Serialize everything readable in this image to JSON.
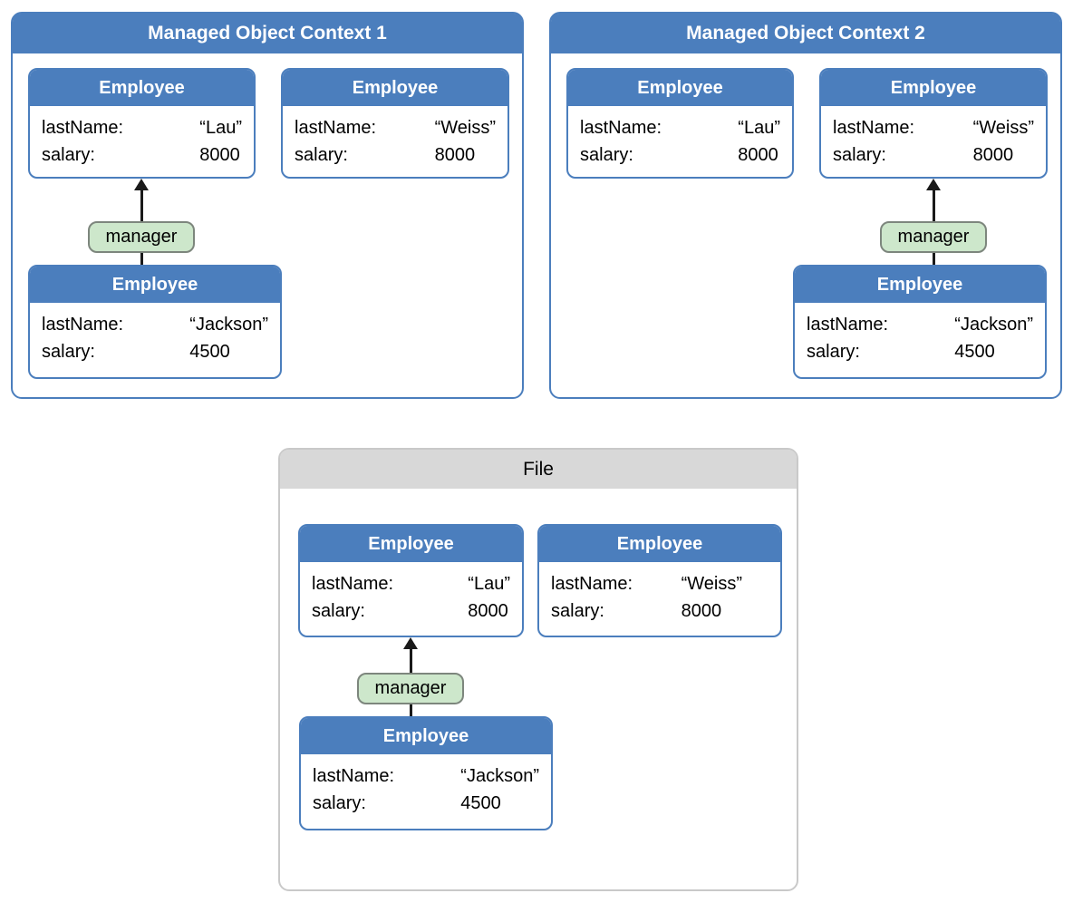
{
  "colors": {
    "blue": "#4b7ebd",
    "green-fill": "#cde7cb",
    "green-border": "#7d867d",
    "gray-header": "#d8d8d8",
    "gray-border": "#c9c9c9",
    "ink": "#1a1a1a"
  },
  "panels": [
    {
      "title": "Managed Object Context 1",
      "cards": [
        {
          "title": "Employee",
          "rows": [
            {
              "label": "lastName:",
              "value": "“Lau”"
            },
            {
              "label": "salary:",
              "value": "8000"
            }
          ]
        },
        {
          "title": "Employee",
          "rows": [
            {
              "label": "lastName:",
              "value": "“Weiss”"
            },
            {
              "label": "salary:",
              "value": "8000"
            }
          ]
        },
        {
          "title": "Employee",
          "rows": [
            {
              "label": "lastName:",
              "value": "“Jackson”"
            },
            {
              "label": "salary:",
              "value": "4500"
            }
          ]
        }
      ],
      "connector": {
        "label": "manager"
      }
    },
    {
      "title": "Managed Object Context 2",
      "cards": [
        {
          "title": "Employee",
          "rows": [
            {
              "label": "lastName:",
              "value": "“Lau”"
            },
            {
              "label": "salary:",
              "value": "8000"
            }
          ]
        },
        {
          "title": "Employee",
          "rows": [
            {
              "label": "lastName:",
              "value": "“Weiss”"
            },
            {
              "label": "salary:",
              "value": "8000"
            }
          ]
        },
        {
          "title": "Employee",
          "rows": [
            {
              "label": "lastName:",
              "value": "“Jackson”"
            },
            {
              "label": "salary:",
              "value": "4500"
            }
          ]
        }
      ],
      "connector": {
        "label": "manager"
      }
    },
    {
      "title": "File",
      "cards": [
        {
          "title": "Employee",
          "rows": [
            {
              "label": "lastName:",
              "value": "“Lau”"
            },
            {
              "label": "salary:",
              "value": "8000"
            }
          ]
        },
        {
          "title": "Employee",
          "rows": [
            {
              "label": "lastName:",
              "value": "“Weiss”"
            },
            {
              "label": "salary:",
              "value": "8000"
            }
          ]
        },
        {
          "title": "Employee",
          "rows": [
            {
              "label": "lastName:",
              "value": "“Jackson”"
            },
            {
              "label": "salary:",
              "value": "4500"
            }
          ]
        }
      ],
      "connector": {
        "label": "manager"
      }
    }
  ]
}
